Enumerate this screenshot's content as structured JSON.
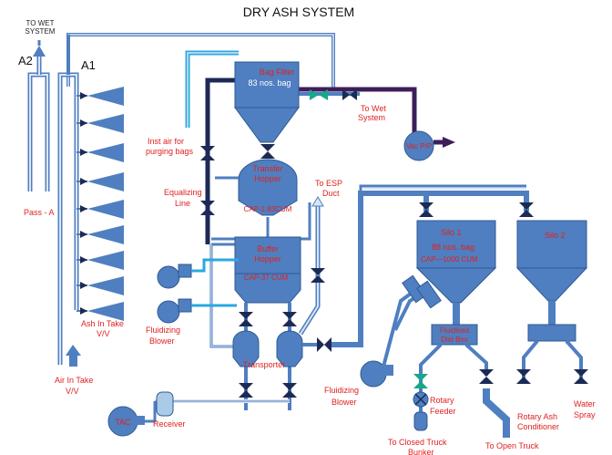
{
  "title": "DRY ASH SYSTEM",
  "labels": {
    "to_wet_system_top": [
      "TO WET",
      "SYSTEM"
    ],
    "a2": "A2",
    "a1": "A1",
    "pass_a": "Pass - A",
    "ash_intake": [
      "Ash In Take",
      "V/V"
    ],
    "air_intake": [
      "Air In Take",
      "V/V"
    ],
    "bag_filter": [
      "Bag Filter",
      "83 nos. bag"
    ],
    "to_wet_system_right": [
      "To Wet",
      "System"
    ],
    "vac_pump": "Vac P/P",
    "inst_air": [
      "Inst air for",
      "purging bags"
    ],
    "transfer_hopper": [
      "Transfer",
      "Hopper"
    ],
    "transfer_cap": "CAP-1.83CUM",
    "equalizing_line": [
      "Equalizing",
      "Line"
    ],
    "to_esp_duct": [
      "To ESP",
      "Duct"
    ],
    "buffer_hopper": [
      "Buffer",
      "Hopper"
    ],
    "buffer_cap": "CAP-37 CUM",
    "fluidizing_blower_left": [
      "Fluidizing",
      "Blower"
    ],
    "transporter": "Transporter",
    "tac": "TAC",
    "receiver": "Receiver",
    "silo1": [
      "Silo 1",
      "88 nos. bag",
      "CAP—1000 CUM"
    ],
    "silo2": "Silo 2",
    "fluidised_dist_box": [
      "Fluidised",
      "Dist Box"
    ],
    "fluidizing_blower_right": [
      "Fluidizing",
      "Blower"
    ],
    "rotary_feeder": [
      "Rotary",
      "Feeder"
    ],
    "to_closed_truck": [
      "To Closed  Truck",
      "Bunker"
    ],
    "rotary_ash_conditioner": [
      "Rotary Ash",
      "Conditioner"
    ],
    "to_open_truck": "To Open Truck",
    "water_spray": [
      "Water",
      "Spray"
    ]
  },
  "colors": {
    "equipment": "#4f7fc0",
    "equipment_stroke": "#2f5a94",
    "pipe_light": "#dbe6f3",
    "pipe_cyan": "#29a8e0",
    "pipe_navy": "#1c2a55",
    "pipe_purple": "#3c1f5a",
    "valve_green": "#15a88a",
    "label_red": "#e02020"
  }
}
